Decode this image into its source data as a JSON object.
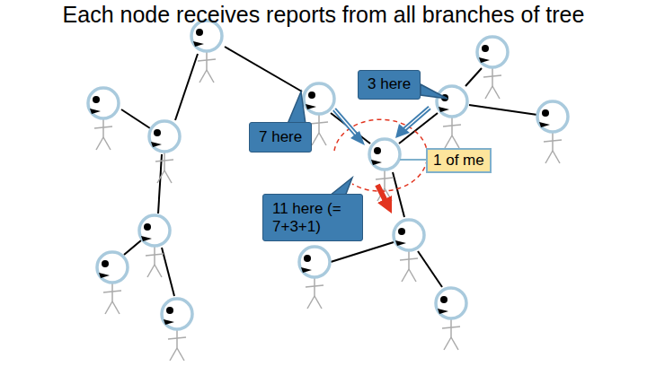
{
  "diagram": {
    "title": "Each node receives reports from all branches of tree",
    "nodes": [
      {
        "text": [
          "3 here"
        ]
      },
      {
        "text": [
          "7 here"
        ]
      },
      {
        "text": [
          "1 of me"
        ]
      },
      {
        "text": [
          "11 here (= 7+3+1)"
        ]
      }
    ]
  }
}
